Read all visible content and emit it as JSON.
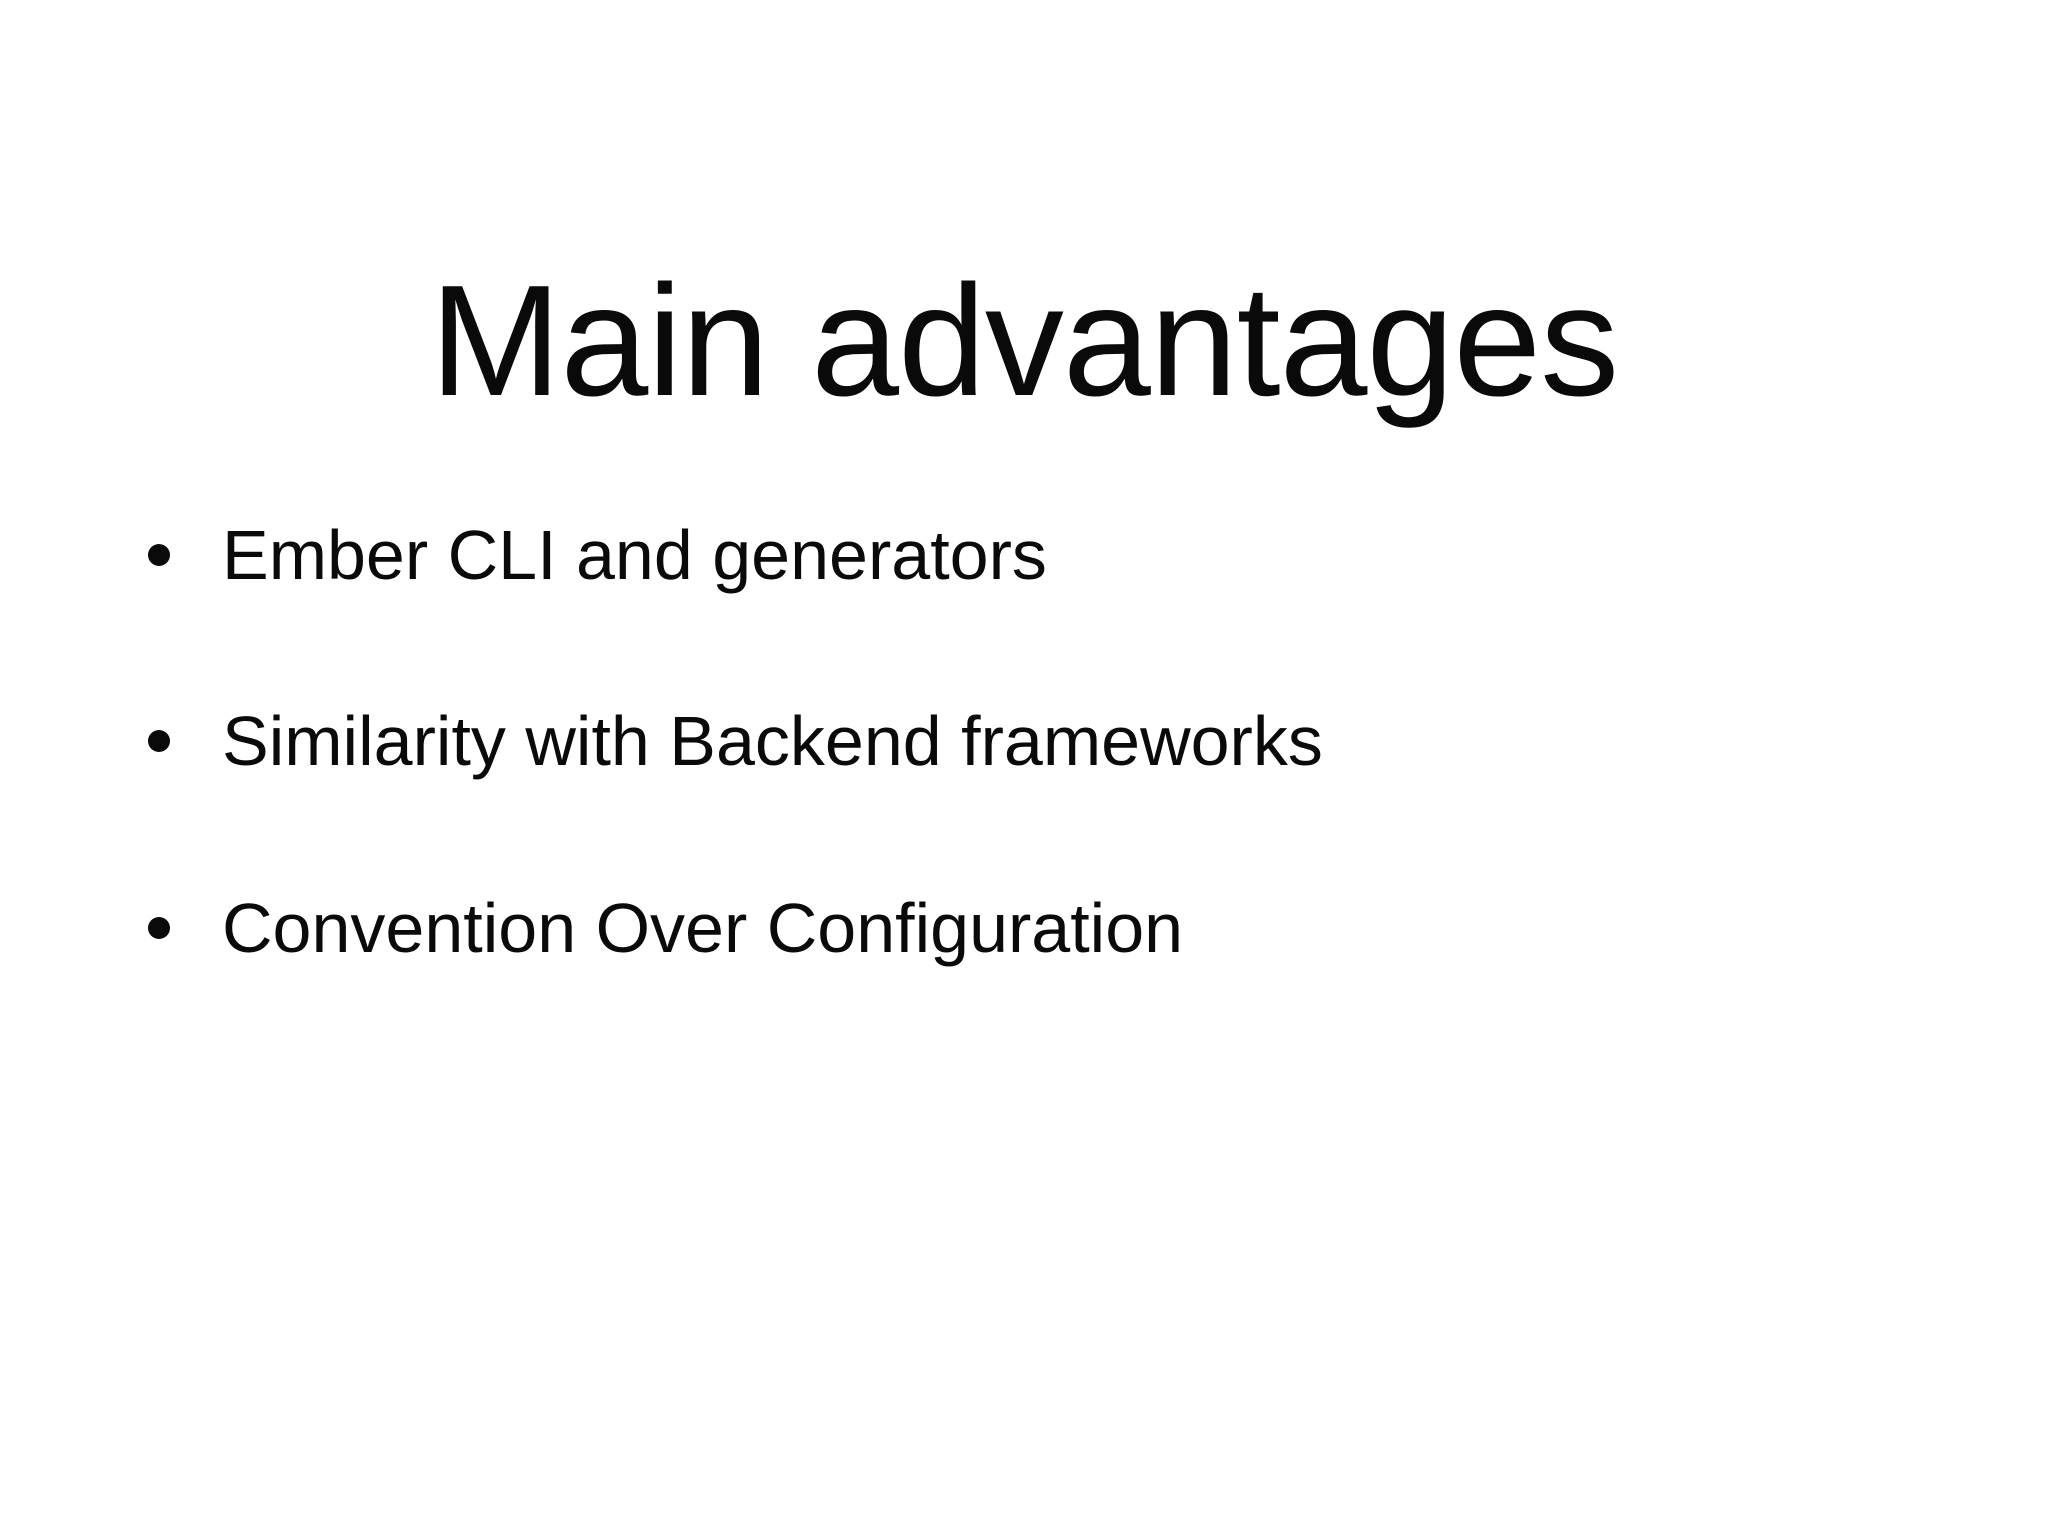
{
  "slide": {
    "title": "Main advantages",
    "background_color": "#ffffff",
    "text_color": "#0a0a0a",
    "bullets": [
      {
        "marker": "bullet-dot",
        "text": "Ember CLI and generators"
      },
      {
        "marker": "bullet-dot",
        "text": "Similarity with Backend frameworks"
      },
      {
        "marker": "bullet-dot",
        "text": "Convention Over Configuration"
      }
    ]
  }
}
